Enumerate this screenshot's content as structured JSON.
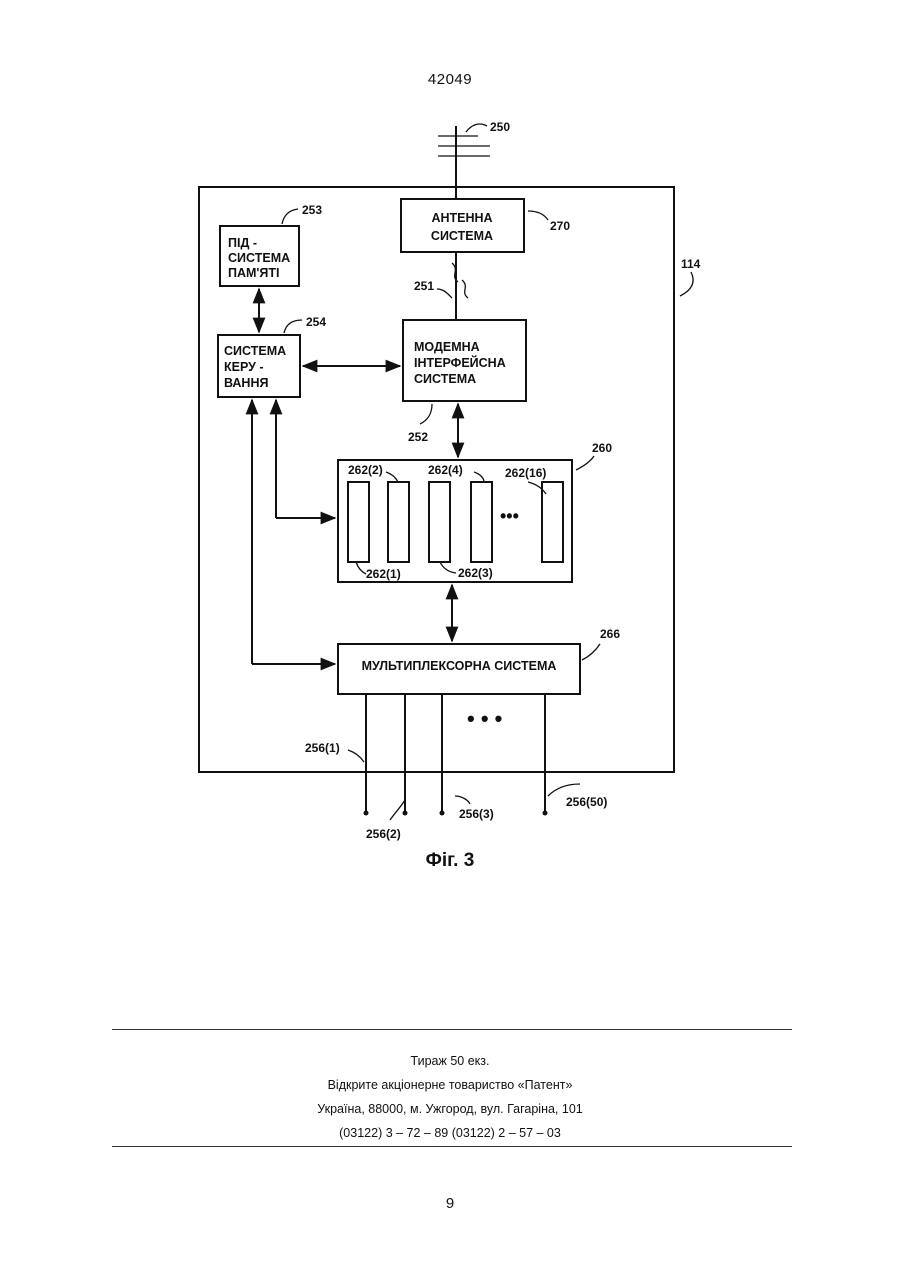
{
  "header": {
    "doc_number": "42049"
  },
  "figure": {
    "caption": "Фіг. 3",
    "device_ref": "114",
    "blocks": {
      "antenna": {
        "ref": "270",
        "lines": [
          "АНТЕННА",
          "СИСТЕМА"
        ]
      },
      "memory": {
        "ref": "253",
        "lines": [
          "ПІД -",
          "СИСТЕМА",
          "ПАМ'ЯТІ"
        ]
      },
      "control": {
        "ref": "254",
        "lines": [
          "СИСТЕМА",
          "КЕРУ -",
          "ВАННЯ"
        ]
      },
      "modem": {
        "ref": "252",
        "lines": [
          "МОДЕМНА",
          "ІНТЕРФЕЙСНА",
          "СИСТЕМА"
        ]
      },
      "bank": {
        "ref": "260"
      },
      "mux": {
        "ref": "266",
        "label": "МУЛЬТИПЛЕКСОРНА СИСТЕМА"
      }
    },
    "refs": {
      "antenna_top": "250",
      "link": "251",
      "modem_262_1": "262(1)",
      "modem_262_2": "262(2)",
      "modem_262_3": "262(3)",
      "modem_262_4": "262(4)",
      "modem_262_16": "262(16)",
      "port_1": "256(1)",
      "port_2": "256(2)",
      "port_3": "256(3)",
      "port_50": "256(50)"
    },
    "ellipsis_bank": "•••",
    "ellipsis_ports": "• • •"
  },
  "imprint": {
    "line1": "Тираж 50 екз.",
    "line2": "Відкрите акціонерне товариство «Патент»",
    "line3": "Україна, 88000, м. Ужгород, вул. Гагаріна, 101",
    "line4": "(03122) 3 – 72 – 89   (03122) 2 – 57 – 03"
  },
  "page_number": "9"
}
